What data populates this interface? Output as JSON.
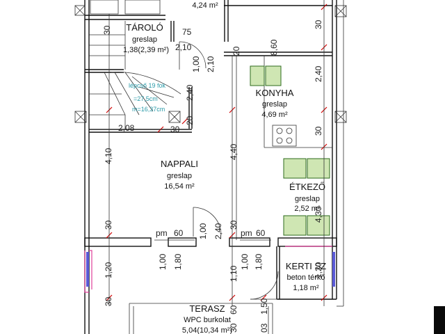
{
  "rooms": {
    "storage": {
      "name": "TÁROLÓ",
      "floor": "greslap",
      "area": "1,38(2,39 m²)"
    },
    "kitchen": {
      "name": "KONYHA",
      "floor": "greslap",
      "area": "4,69 m²"
    },
    "living": {
      "name": "NAPPALI",
      "floor": "greslap",
      "area": "16,54 m²"
    },
    "dining": {
      "name": "ÉTKEZŐ",
      "floor": "greslap",
      "area": "2,52 m²"
    },
    "garden": {
      "name": "KERTI SZ",
      "floor": "beton térkő",
      "area": "1,18 m²"
    },
    "terrace": {
      "name": "TERASZ",
      "floor": "WPC burkolat",
      "area": "5,04(10,34 m²)"
    },
    "top": {
      "area": "4,24 m²"
    }
  },
  "stair": {
    "l1": "lépcső 19 fok",
    "l2": "=27,5cm",
    "l3": "m=16,37cm"
  },
  "dims": {
    "d_75": "75",
    "d_210a": "2,10",
    "d_100a": "1,00",
    "d_210b": "2,10",
    "d_240a": "2,40",
    "d_30a": "30",
    "d_30b": "30",
    "d_30c": "30",
    "d_30d": "30",
    "d_30e": "30",
    "d_30f": "30",
    "d_30g": "30",
    "d_30h": "30",
    "d_20a": "20",
    "d_20b": "20",
    "d_860": "8,60",
    "d_240b": "2,40",
    "d_208": "2,08",
    "d_410": "4,10",
    "d_440": "4,40",
    "d_430": "4,30",
    "pm1": "pm",
    "pm1v": "60",
    "pm2": "pm",
    "pm2v": "60",
    "d_100b": "1,00",
    "d_240c": "2,40",
    "d_100c": "1,00",
    "d_180a": "1,80",
    "d_100d": "1,00",
    "d_180b": "1,80",
    "d_120a": "1,20",
    "d_120b": "1,20",
    "d_110": "1,10",
    "d_150": "1,50",
    "d_603": "03",
    "d_604": "60"
  },
  "colors": {
    "wall": "#111111",
    "dimension_tick": "#d00000",
    "slab_edge": "#e0409a",
    "window": "#5a5ad6",
    "fixture": "#cfe6b3"
  }
}
